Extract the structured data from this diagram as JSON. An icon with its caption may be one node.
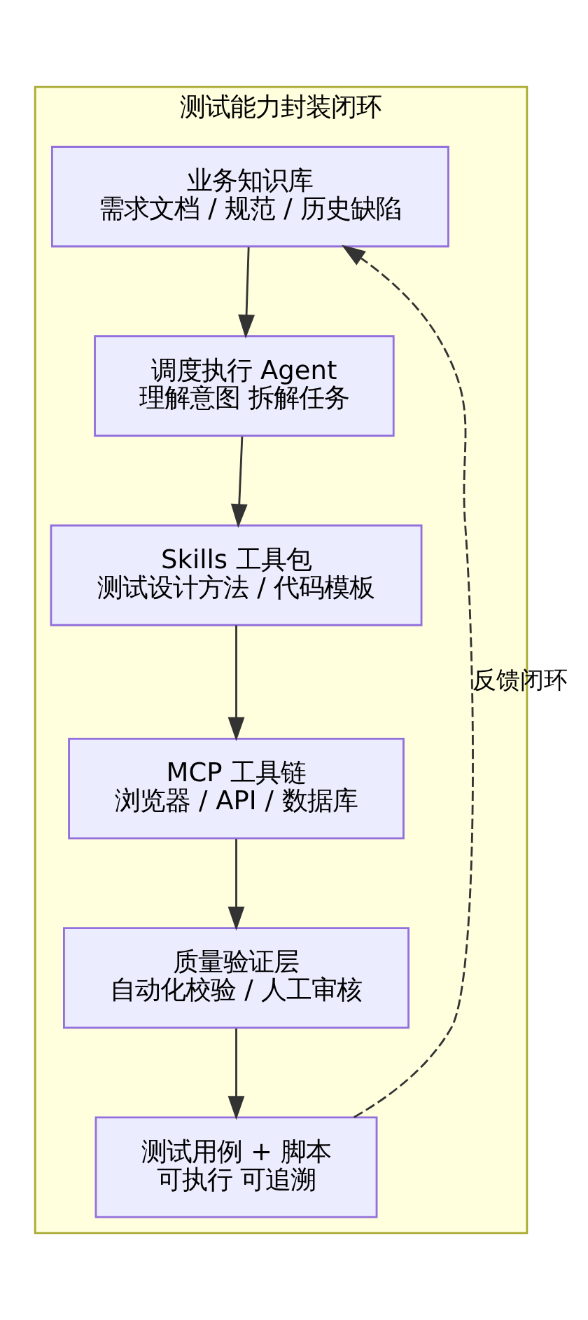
{
  "diagram": {
    "nodes": [
      {
        "text": [
          "测试能力封装闭环"
        ]
      },
      {
        "text": [
          "业务知识库",
          "需求文档 / 规范 / 历史缺陷"
        ],
        "in": 0
      },
      {
        "text": [
          "调度执行 Agent",
          "理解意图 拆解任务"
        ],
        "in": 0
      },
      {
        "text": [
          "Skills 工具包",
          "测试设计方法 / 代码模板"
        ],
        "in": 0
      },
      {
        "text": [
          "MCP 工具链",
          "浏览器 / API / 数据库"
        ],
        "in": 0
      },
      {
        "text": [
          "质量验证层",
          "自动化校验 / 人工审核"
        ],
        "in": 0
      },
      {
        "text": [
          "测试用例 + 脚本",
          "可执行 可追溯"
        ],
        "in": 0
      }
    ],
    "edges": [
      {
        "from": 1,
        "to": 2,
        "arrow": "to"
      },
      {
        "from": 2,
        "to": 3,
        "arrow": "to"
      },
      {
        "from": 3,
        "to": 4,
        "arrow": "to"
      },
      {
        "from": 4,
        "to": 5,
        "arrow": "to"
      },
      {
        "from": 5,
        "to": 6,
        "arrow": "to"
      },
      {
        "from": 6,
        "to": 1,
        "arrow": "to",
        "style": "dashed",
        "label": "反馈闭环"
      }
    ]
  }
}
